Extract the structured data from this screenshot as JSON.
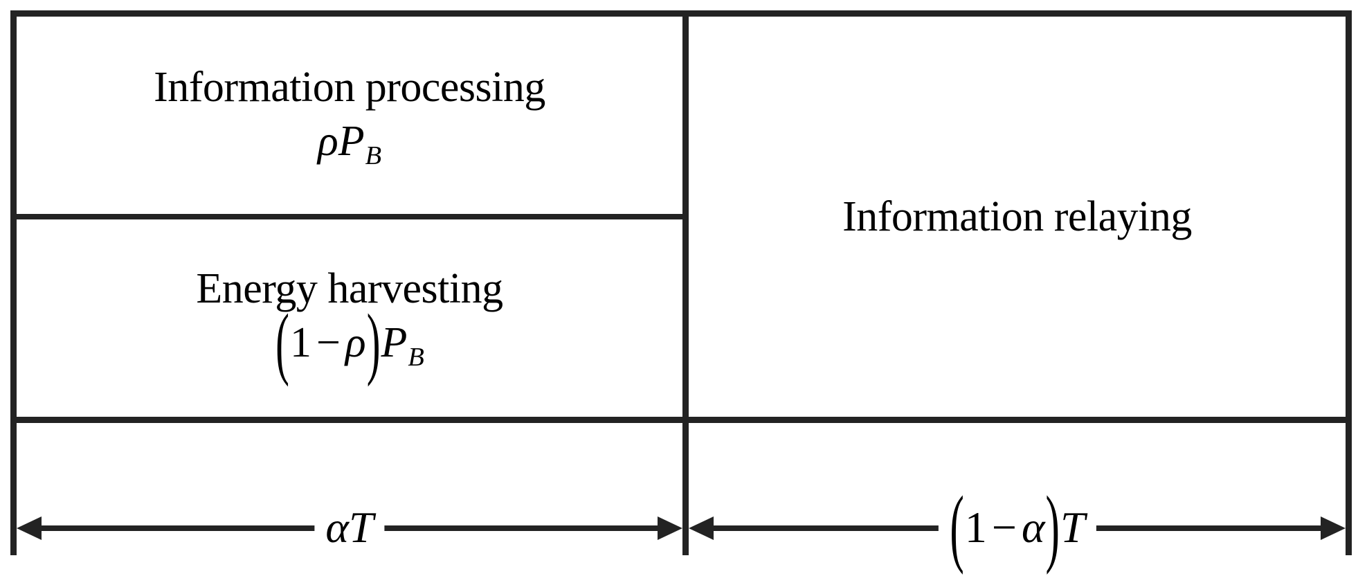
{
  "figure": {
    "type": "time-slot-partition-diagram",
    "background_color": "#ffffff",
    "line_color": "#232323",
    "text_color": "#000000"
  },
  "blocks": {
    "information_processing": {
      "title": "Information processing",
      "formula_plain": "ρP_B",
      "formula_parts": {
        "rho": "ρ",
        "p": "P",
        "p_subscript": "B"
      }
    },
    "energy_harvesting": {
      "title": "Energy harvesting",
      "formula_plain": "(1 − ρ)P_B",
      "formula_parts": {
        "open_paren": "(",
        "one": "1",
        "minus": "−",
        "rho": "ρ",
        "close_paren": ")",
        "p": "P",
        "p_subscript": "B"
      }
    },
    "information_relaying": {
      "title": "Information relaying"
    }
  },
  "time_axis": {
    "left_segment": {
      "label_plain": "αT",
      "parts": {
        "alpha": "α",
        "t": "T"
      },
      "arrow_style": "double-headed"
    },
    "right_segment": {
      "label_plain": "(1 − α)T",
      "parts": {
        "open_paren": "(",
        "one": "1",
        "minus": "−",
        "alpha": "α",
        "close_paren": ")",
        "t": "T"
      },
      "arrow_style": "double-headed"
    }
  }
}
